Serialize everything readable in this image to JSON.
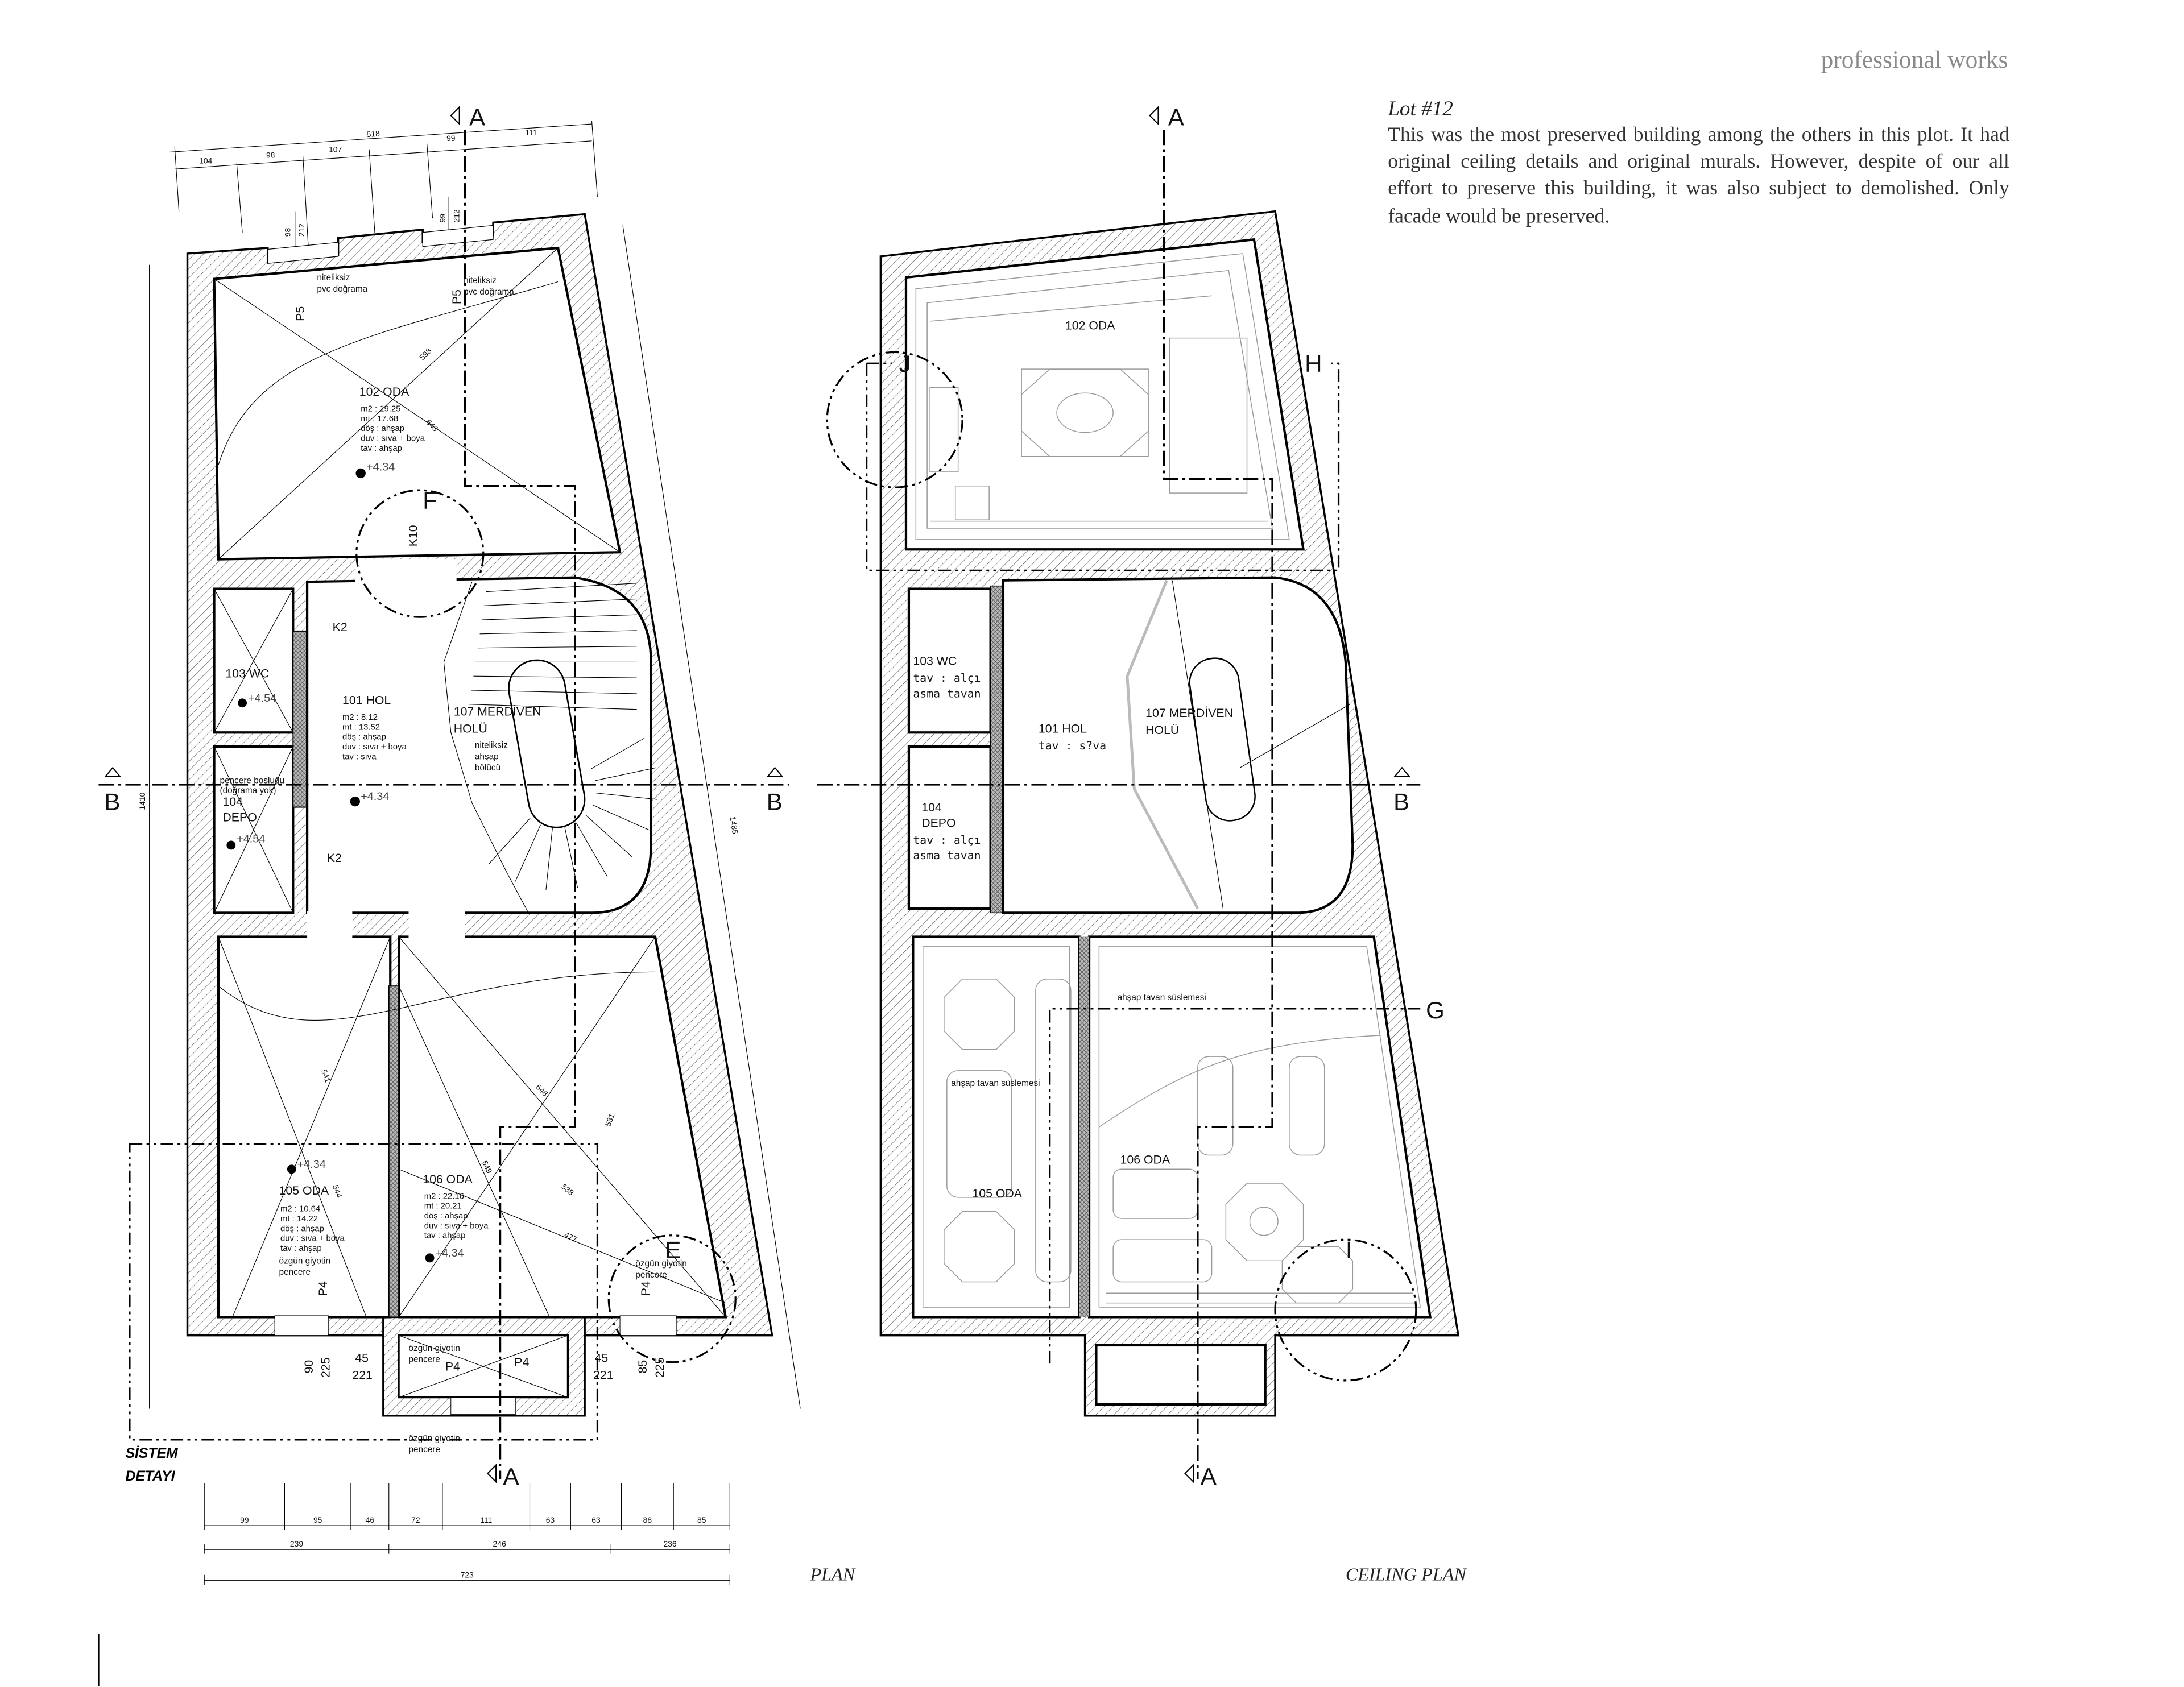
{
  "header": {
    "section": "professional works"
  },
  "project": {
    "title": "Lot #12",
    "description": "This was the most preserved building among  the others in this plot.  It had original ceiling details and original murals. However, despite of our all effort to preserve this building, it was also subject to demolished. Only facade would be preserved."
  },
  "captions": {
    "plan": "PLAN",
    "ceiling": "CEILING PLAN",
    "system_detail_1": "SİSTEM",
    "system_detail_2": "DETAYI"
  },
  "section_marks": {
    "a": "A",
    "b": "B"
  },
  "detail_callouts": {
    "e": "E",
    "f": "F",
    "g": "G",
    "h": "H",
    "i": "I",
    "j": "J"
  },
  "plan": {
    "rooms": {
      "r102": {
        "name": "102 ODA",
        "props": [
          "m2  : 19.25",
          "mt   : 17.68",
          "döş : ahşap",
          "duv : sıva + boya",
          "tav  : ahşap"
        ],
        "level": "+4.34"
      },
      "r101": {
        "name": "101 HOL",
        "props": [
          "m2  : 8.12",
          "mt   : 13.52",
          "döş : ahşap",
          "duv : sıva + boya",
          "tav  : sıva"
        ],
        "level": "+4.34"
      },
      "r103": {
        "name": "103 WC",
        "level": "+4.54"
      },
      "r104": {
        "name": [
          "104",
          "DEPO"
        ],
        "level": "+4.54",
        "note": [
          "pencere boşluğu",
          "(doğrama yok)"
        ]
      },
      "r107": {
        "name": [
          "107 MERDİVEN",
          "HOLÜ"
        ],
        "note": [
          "niteliksiz",
          "ahşap",
          "bölücü"
        ]
      },
      "r105": {
        "name": "105 ODA",
        "props": [
          "m2  : 10.64",
          "mt   : 14.22",
          "döş : ahşap",
          "duv : sıva + boya",
          "tav  : ahşap"
        ],
        "level": "+4.34"
      },
      "r106": {
        "name": "106 ODA",
        "props": [
          "m2  : 22.16",
          "mt   : 20.21",
          "döş : ahşap",
          "duv : sıva + boya",
          "tav  : ahşap"
        ],
        "level": "+4.34"
      }
    },
    "window_note": [
      "niteliksiz",
      "pvc doğrama"
    ],
    "original_window_note": [
      "özgün giyotin",
      "pencere"
    ],
    "tags": {
      "p5": "P5",
      "p4": "P4",
      "k10": "K10",
      "k2": "K2"
    },
    "dims_top": {
      "total": "518",
      "parts": [
        "104",
        "98",
        "107",
        "99",
        "111"
      ]
    },
    "window_dims": {
      "w1": [
        "98",
        "212"
      ],
      "w2": [
        "99",
        "212"
      ],
      "w3": [
        "90",
        "225"
      ],
      "w4": [
        "45",
        "221"
      ],
      "w5": [
        "45",
        "221"
      ],
      "w6": [
        "85",
        "225"
      ]
    },
    "dims_side": {
      "left": "1410",
      "right": "1485"
    },
    "diagonals": [
      "598",
      "643",
      "541",
      "544",
      "648",
      "649",
      "538",
      "477",
      "531"
    ],
    "dims_bottom": {
      "row1": [
        "99",
        "95",
        "46",
        "72",
        "111",
        "63",
        "63",
        "88",
        "85"
      ],
      "row2": [
        "239",
        "246",
        "236"
      ],
      "total": "723"
    }
  },
  "ceiling": {
    "rooms": {
      "r102": "102 ODA",
      "r103": {
        "name": "103 WC",
        "props": [
          "tav   :  alçı",
          "asma  tavan"
        ]
      },
      "r104": {
        "name": [
          "104",
          "DEPO"
        ],
        "props": [
          "tav   :  alçı",
          "asma  tavan"
        ]
      },
      "r101": {
        "name": "101 HOL",
        "props": [
          "tav   :  s?va"
        ]
      },
      "r107": {
        "name": [
          "107 MERDİVEN",
          "HOLÜ"
        ]
      },
      "r105": "105 ODA",
      "r106": "106 ODA"
    },
    "ornament_note": "ahşap tavan süslemesi"
  }
}
